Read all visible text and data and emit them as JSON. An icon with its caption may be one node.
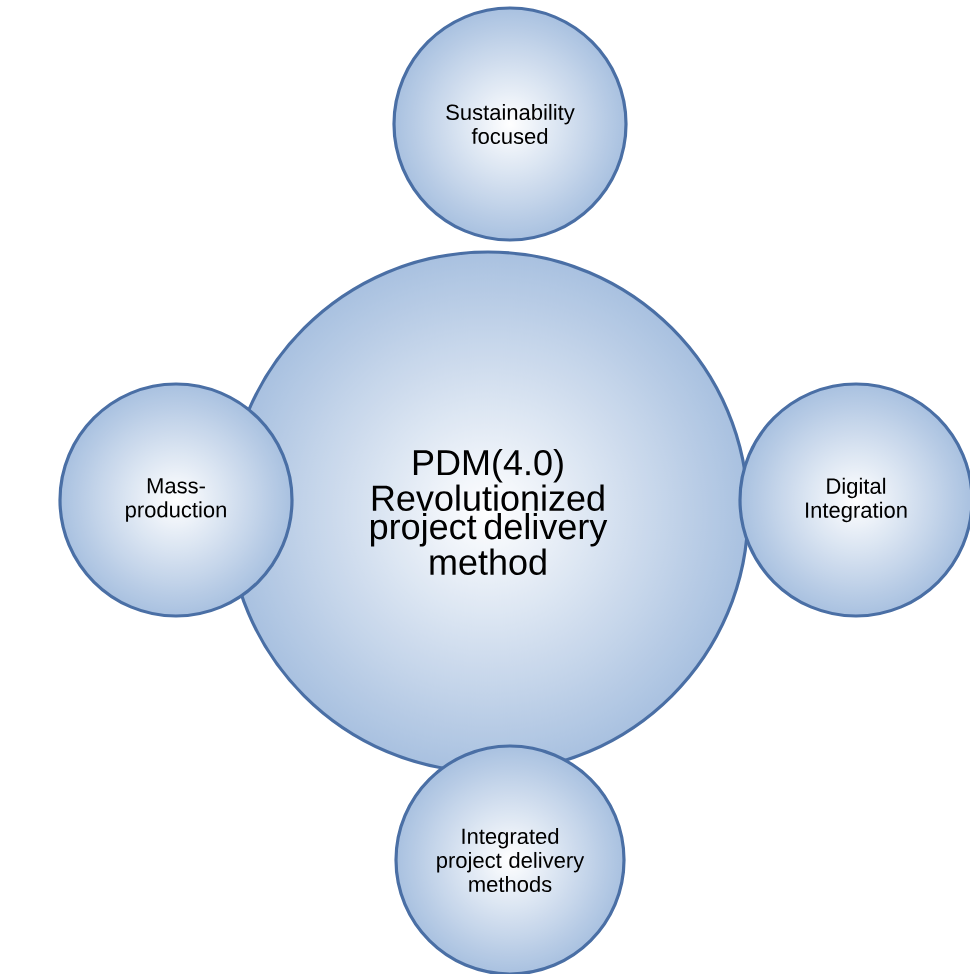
{
  "diagram": {
    "nodes": [
      {
        "text": [
          "PDM(4.0) Revolutionized project delivery method"
        ]
      },
      {
        "text": [
          "Sustainability focused"
        ]
      },
      {
        "text": [
          "Mass-production"
        ]
      },
      {
        "text": [
          "Digital Integration"
        ]
      },
      {
        "text": [
          "Integrated project delivery methods"
        ]
      }
    ]
  }
}
